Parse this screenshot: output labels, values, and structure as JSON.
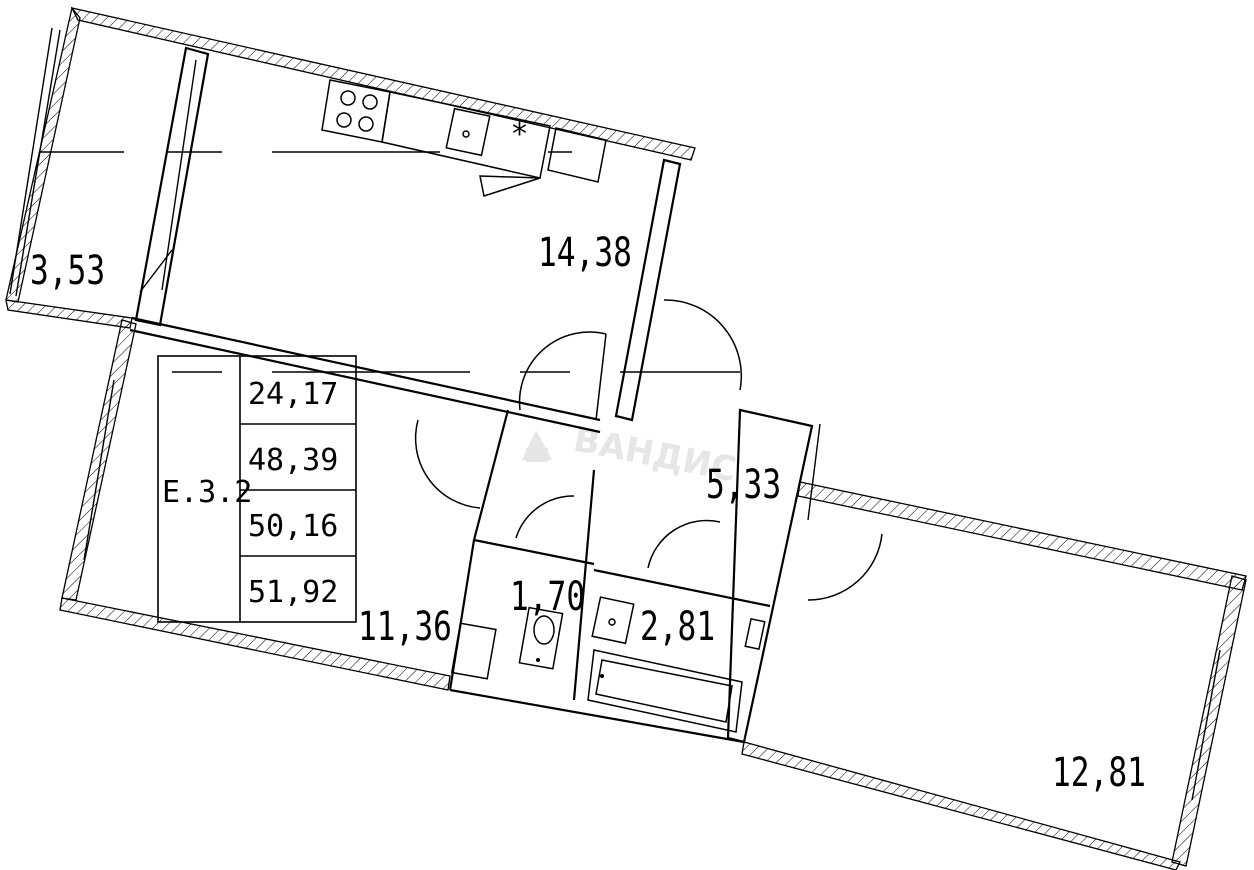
{
  "rooms": [
    {
      "id": "balcony",
      "area": "3,53"
    },
    {
      "id": "kitchen",
      "area": "14,38"
    },
    {
      "id": "living-room",
      "area": "11,36"
    },
    {
      "id": "hallway",
      "area": "5,33"
    },
    {
      "id": "toilet",
      "area": "1,70"
    },
    {
      "id": "bathroom",
      "area": "2,81"
    },
    {
      "id": "bedroom",
      "area": "12,81"
    }
  ],
  "info_table": {
    "code": "Е.3.2",
    "values": [
      "24,17",
      "48,39",
      "50,16",
      "51,92"
    ]
  },
  "watermark": "ВАНДИС",
  "icons": {
    "stove": "stove-icon",
    "sink": "sink-icon",
    "fridge": "fridge-icon",
    "toilet": "toilet-icon",
    "bathtub": "bathtub-icon",
    "watermark_logo": "house-logo-icon"
  }
}
